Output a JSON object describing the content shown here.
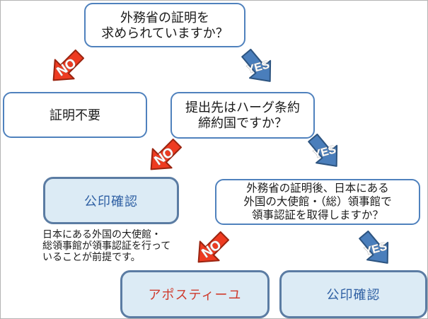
{
  "diagram": {
    "type": "flowchart",
    "language": "ja",
    "nodes": {
      "q1": {
        "lines": [
          "外務省の証明を",
          "求められていますか？"
        ]
      },
      "certificate_not_required": {
        "label": "証明不要"
      },
      "q2": {
        "lines": [
          "提出先はハーグ条約",
          "締約国ですか？"
        ]
      },
      "koin_kakunin_left": {
        "label": "公印確認"
      },
      "q3": {
        "lines": [
          "外務省の証明後、日本にある",
          "外国の大使館・（総）領事館で",
          "領事認証を取得しますか？"
        ]
      },
      "note": {
        "lines": [
          "日本にある外国の大使館・",
          "総領事館が領事認証を行って",
          "いることが前提です。"
        ]
      },
      "apostille": {
        "label": "アポスティーユ"
      },
      "koin_kakunin_right": {
        "label": "公印確認"
      }
    },
    "arrow_labels": {
      "no": "NO",
      "yes": "YES"
    },
    "edges": [
      {
        "from": "q1",
        "label": "NO",
        "to": "certificate_not_required"
      },
      {
        "from": "q1",
        "label": "YES",
        "to": "q2"
      },
      {
        "from": "q2",
        "label": "NO",
        "to": "koin_kakunin_left"
      },
      {
        "from": "q2",
        "label": "YES",
        "to": "q3"
      },
      {
        "from": "q3",
        "label": "NO",
        "to": "apostille"
      },
      {
        "from": "q3",
        "label": "YES",
        "to": "koin_kakunin_right"
      }
    ],
    "colors": {
      "box_border": "#4f81bd",
      "filled_box_border": "#5b7ca3",
      "filled_box_bg": "#dcebf5",
      "no_arrow_fill": "#ee3b21",
      "no_arrow_stroke": "#9a2410",
      "yes_arrow_fill": "#4a7ebb",
      "yes_arrow_stroke": "#2d5480",
      "blue_text": "#2e5fa3",
      "red_text": "#cf3b2d"
    }
  }
}
